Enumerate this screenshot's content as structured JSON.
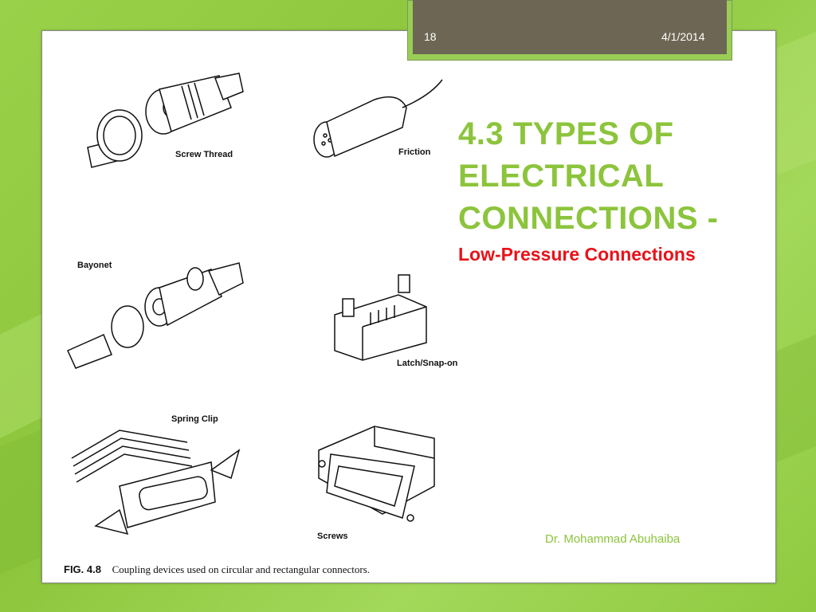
{
  "header": {
    "slide_number": "18",
    "date": "4/1/2014"
  },
  "title": "4.3 TYPES OF ELECTRICAL CONNECTIONS -",
  "subtitle": "Low-Pressure Connections",
  "author": "Dr. Mohammad Abuhaiba",
  "figure": {
    "labels": {
      "screw_thread": "Screw Thread",
      "friction": "Friction",
      "bayonet": "Bayonet",
      "latch_snap_on": "Latch/Snap-on",
      "spring_clip": "Spring Clip",
      "screws": "Screws"
    },
    "caption_number": "FIG. 4.8",
    "caption_text": "Coupling devices used on circular and rectangular connectors."
  }
}
